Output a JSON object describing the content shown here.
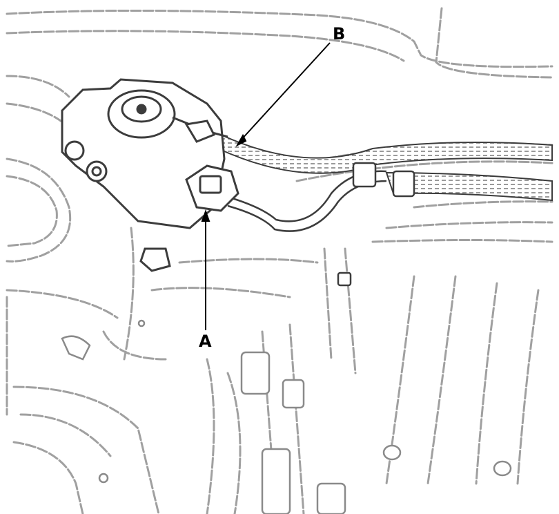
{
  "diagram": {
    "callouts": [
      {
        "id": "B",
        "label": "B"
      },
      {
        "id": "A",
        "label": "A"
      }
    ]
  },
  "colors": {
    "background": "#ffffff",
    "line_art": "#8a8a8a",
    "line_art_dark": "#3c3c3c",
    "callout_text": "#000000",
    "leader_line": "#000000"
  }
}
